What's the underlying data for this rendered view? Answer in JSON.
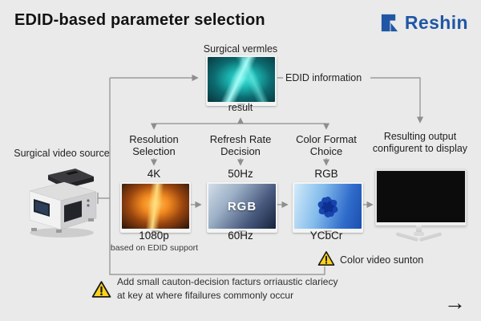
{
  "header": {
    "title": "EDID-based parameter selection",
    "brand": "Reshin"
  },
  "source": {
    "label": "Surgical video source"
  },
  "vermles": {
    "label": "Surgical vermles",
    "result": "result"
  },
  "edid": {
    "label": "EDID information"
  },
  "columns": [
    {
      "title_line1": "Resolution",
      "title_line2": "Selection",
      "value_top": "4K",
      "value_bottom": "1080p",
      "note": "based on EDID support"
    },
    {
      "title_line1": "Refresh Rate",
      "title_line2": "Decision",
      "value_top": "50Hz",
      "thumb_text": "RGB",
      "value_bottom": "60Hz"
    },
    {
      "title_line1": "Color Format",
      "title_line2": "Choice",
      "value_top": "RGB",
      "value_bottom": "YCbCr"
    }
  ],
  "output": {
    "line1": "Resulting output",
    "line2": "configurent to display"
  },
  "warnings": {
    "color_label": "Color video sunton",
    "note_line1": "Add small cauton-decision facturs orriaustic clariecy",
    "note_line2": "at key at where fifailures commonly occur"
  },
  "nav": {
    "next_arrow": "→"
  },
  "colors": {
    "brand_blue": "#2156a5",
    "warning_yellow": "#ffd21c",
    "line_gray": "#8e8e8e"
  }
}
